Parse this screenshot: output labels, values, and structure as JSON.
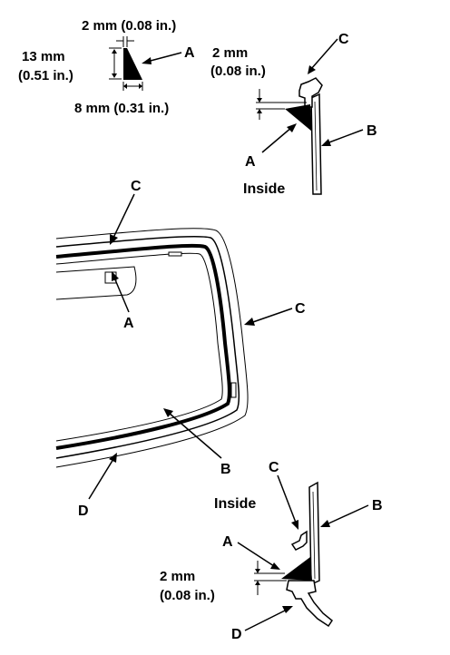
{
  "top_detail": {
    "dim_width_mm": "2 mm (0.08 in.)",
    "dim_height_mm": "13 mm",
    "dim_height_in": "(0.51 in.)",
    "dim_base": "8 mm (0.31 in.)",
    "label_a": "A"
  },
  "upper_section": {
    "gap_mm": "2 mm",
    "gap_in": "(0.08 in.)",
    "label_a": "A",
    "label_b": "B",
    "label_c": "C",
    "inside": "Inside"
  },
  "windshield": {
    "label_a": "A",
    "label_b": "B",
    "label_c_top": "C",
    "label_c_right": "C",
    "label_d": "D"
  },
  "lower_section": {
    "label_a": "A",
    "label_b": "B",
    "label_c": "C",
    "label_d": "D",
    "inside": "Inside",
    "gap_mm": "2 mm",
    "gap_in": "(0.08 in.)"
  }
}
